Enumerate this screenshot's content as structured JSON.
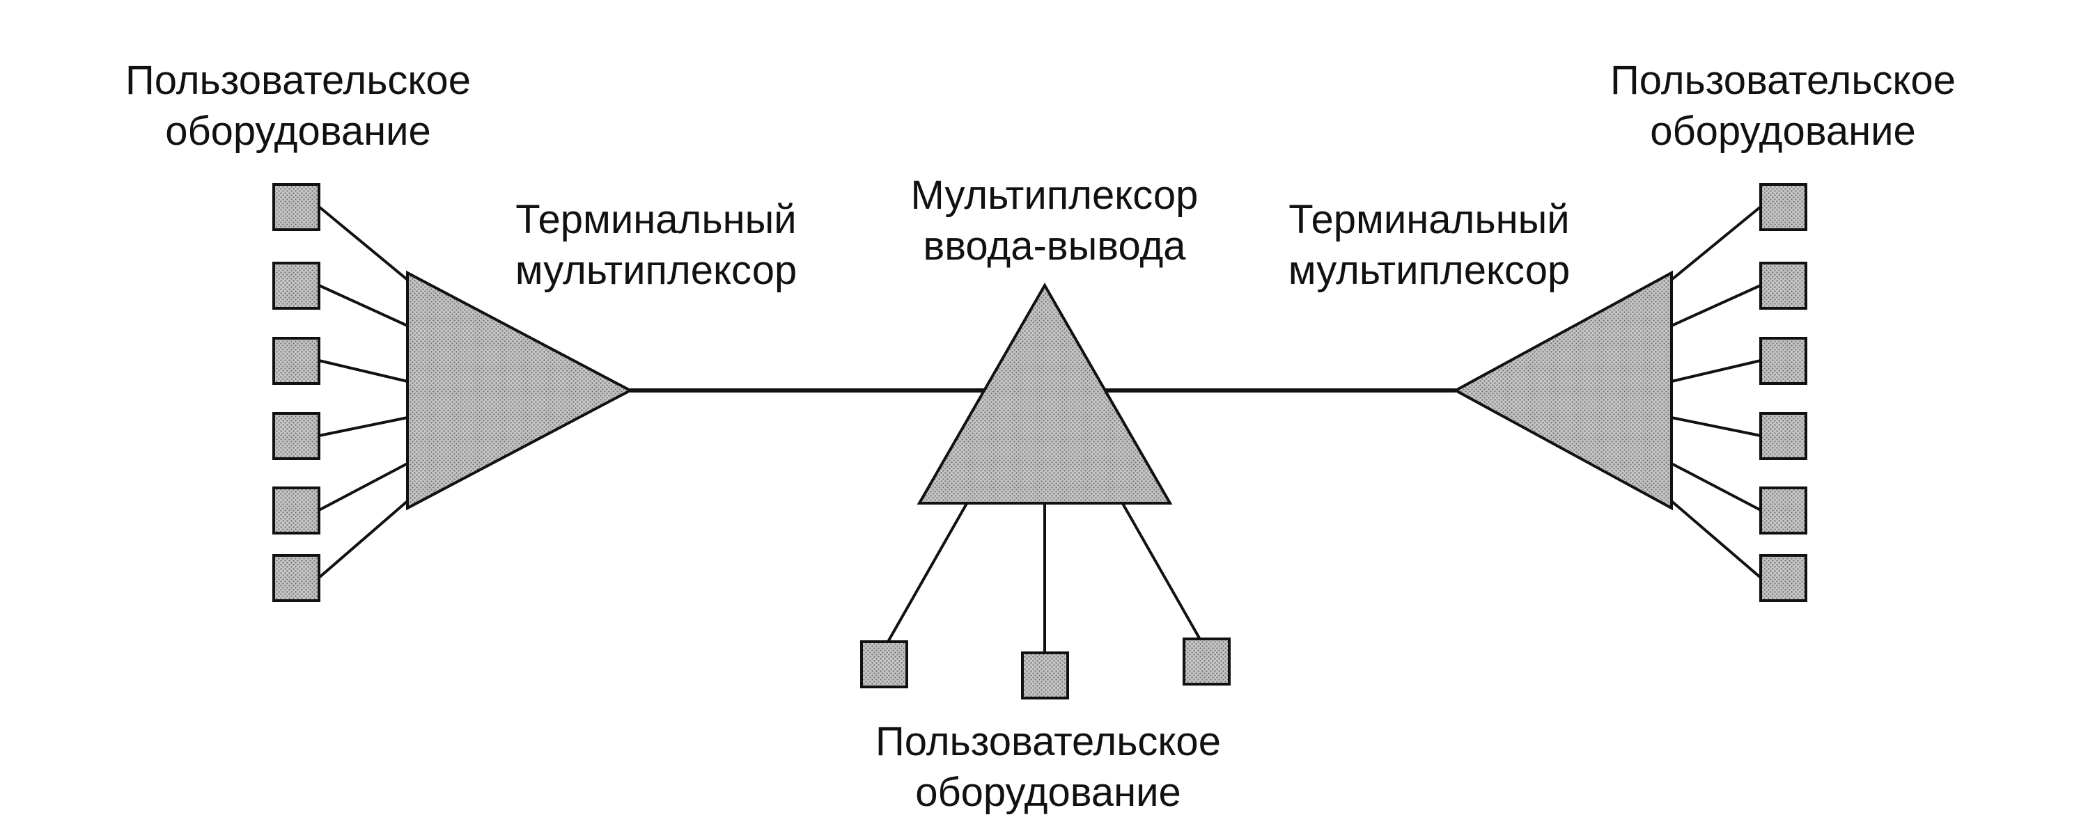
{
  "labels": {
    "user_equipment_left_line1": "Пользовательское",
    "user_equipment_left_line2": "оборудование",
    "user_equipment_right_line1": "Пользовательское",
    "user_equipment_right_line2": "оборудование",
    "user_equipment_bottom_line1": "Пользовательское",
    "user_equipment_bottom_line2": "оборудование",
    "terminal_mux_left_line1": "Терминальный",
    "terminal_mux_left_line2": "мультиплексор",
    "terminal_mux_right_line1": "Терминальный",
    "terminal_mux_right_line2": "мультиплексор",
    "add_drop_mux_line1": "Мультиплексор",
    "add_drop_mux_line2": "ввода-вывода"
  },
  "colors": {
    "fill": "#b9b9b9",
    "stroke": "#111111",
    "background": "#ffffff"
  }
}
